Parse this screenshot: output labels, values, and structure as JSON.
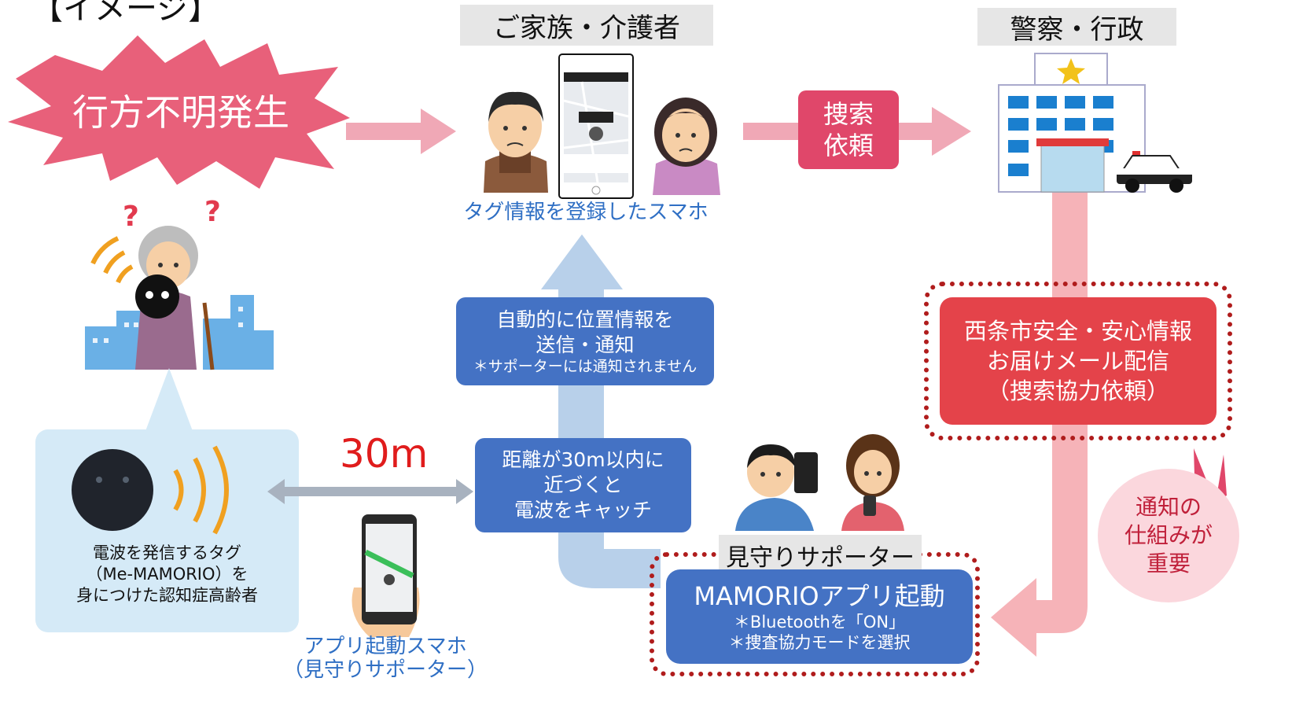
{
  "image_label": "【イメージ】",
  "burst_text": "行方不明発生",
  "family_header": "ご家族・介護者",
  "family_phone_caption": "タグ情報を登録したスマホ",
  "request_label": [
    "捜索",
    "依頼"
  ],
  "police_header": "警察・行政",
  "auto_send": {
    "line1": "自動的に位置情報を",
    "line2": "送信・通知",
    "note": "＊サポーターには通知されません"
  },
  "mail_box": {
    "line1": "西条市安全・安心情報",
    "line2": "お届けメール配信",
    "line3": "（捜索協力依頼）"
  },
  "notice_bubble": [
    "通知の",
    "仕組みが",
    "重要"
  ],
  "tag_caption": {
    "line1": "電波を発信するタグ",
    "line2": "（Me-MAMORIO）を",
    "line3": "身につけた認知症高齢者"
  },
  "distance_label": "30m",
  "catch_box": {
    "line1": "距離が30m以内に",
    "line2": "近づくと",
    "line3": "電波をキャッチ"
  },
  "app_phone_caption": {
    "line1": "アプリ起動スマホ",
    "line2": "（見守りサポーター）"
  },
  "supporter_header": "見守りサポーター",
  "app_box": {
    "title": "MAMORIOアプリ起動",
    "note1": "＊Bluetoothを「ON」",
    "note2": "＊捜査協力モードを選択"
  },
  "colors": {
    "burst": "#e8607a",
    "pink_arrow": "#f0a8b6",
    "request_box": "#e0476a",
    "blue_box": "#4472c4",
    "light_blue_arrow": "#b8d0ea",
    "red_box": "#e4434a",
    "dotted_border": "#b01c1c",
    "notice_bubble": "#fbd7dd",
    "tag_panel": "#d5eaf7",
    "distance_red": "#e01c1c",
    "blue_caption": "#2f6fc4"
  }
}
